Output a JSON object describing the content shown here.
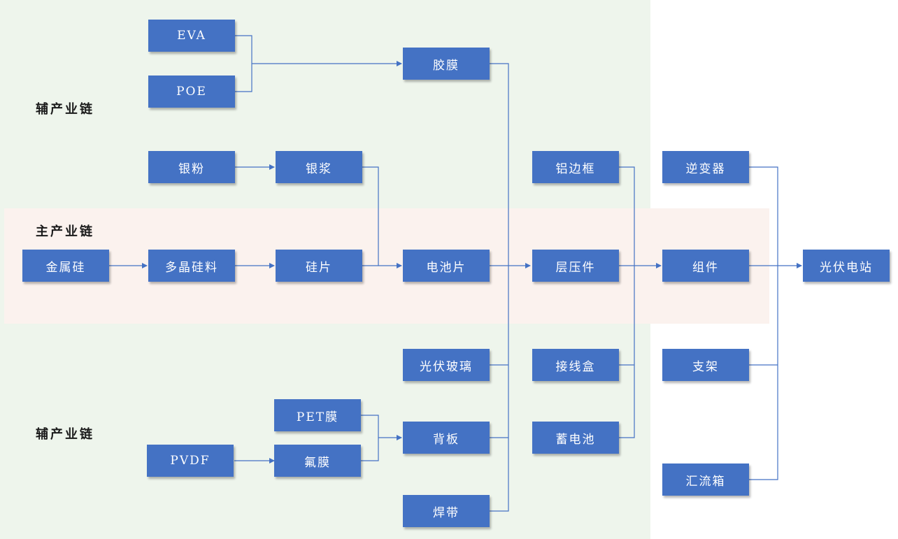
{
  "labels": {
    "aux_top": "辅产业链",
    "main": "主产业链",
    "aux_bottom": "辅产业链"
  },
  "nodes": {
    "eva": "EVA",
    "poe": "POE",
    "jiaomo": "胶膜",
    "yinfen": "银粉",
    "yinjiang": "银浆",
    "lvbiankuang": "铝边框",
    "nibianqi": "逆变器",
    "jinshugui": "金属硅",
    "duojingguiliao": "多晶硅料",
    "guipian": "硅片",
    "dianchipian": "电池片",
    "cengyajian": "层压件",
    "zujian": "组件",
    "guangfudianzhan": "光伏电站",
    "guangfuboli": "光伏玻璃",
    "jiexianhe": "接线盒",
    "zhijia": "支架",
    "petmo": "PET膜",
    "beiban": "背板",
    "xudianchi": "蓄电池",
    "pvdf": "PVDF",
    "fumo": "氟膜",
    "huilixiang": "汇流箱",
    "handai": "焊带"
  },
  "colors": {
    "node_fill": "#4472c4",
    "line": "#4472c4",
    "aux_bg": "#eef5ec",
    "main_bg": "#fbf2ee"
  }
}
